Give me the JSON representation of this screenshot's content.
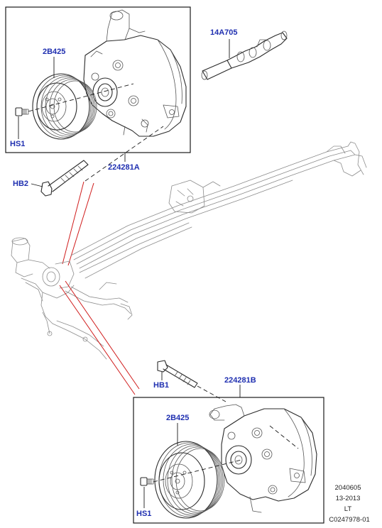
{
  "colors": {
    "label": "#1f2fb0",
    "line": "#2a2a2a",
    "faint": "#8c8c8c",
    "callout": "#d01c1c"
  },
  "labels": {
    "top_pulley": "2B425",
    "top_hose": "14A705",
    "top_bolt_hs": "HS1",
    "top_assembly": "224281A",
    "hb_top": "HB2",
    "bottom_bolt_hb": "HB1",
    "bottom_assembly": "224281B",
    "bottom_pulley": "2B425",
    "bottom_bolt_hs": "HS1"
  },
  "footer": {
    "line1": "2040605",
    "line2": "13-2013",
    "line3": "LT",
    "line4": "C0247978-01"
  }
}
